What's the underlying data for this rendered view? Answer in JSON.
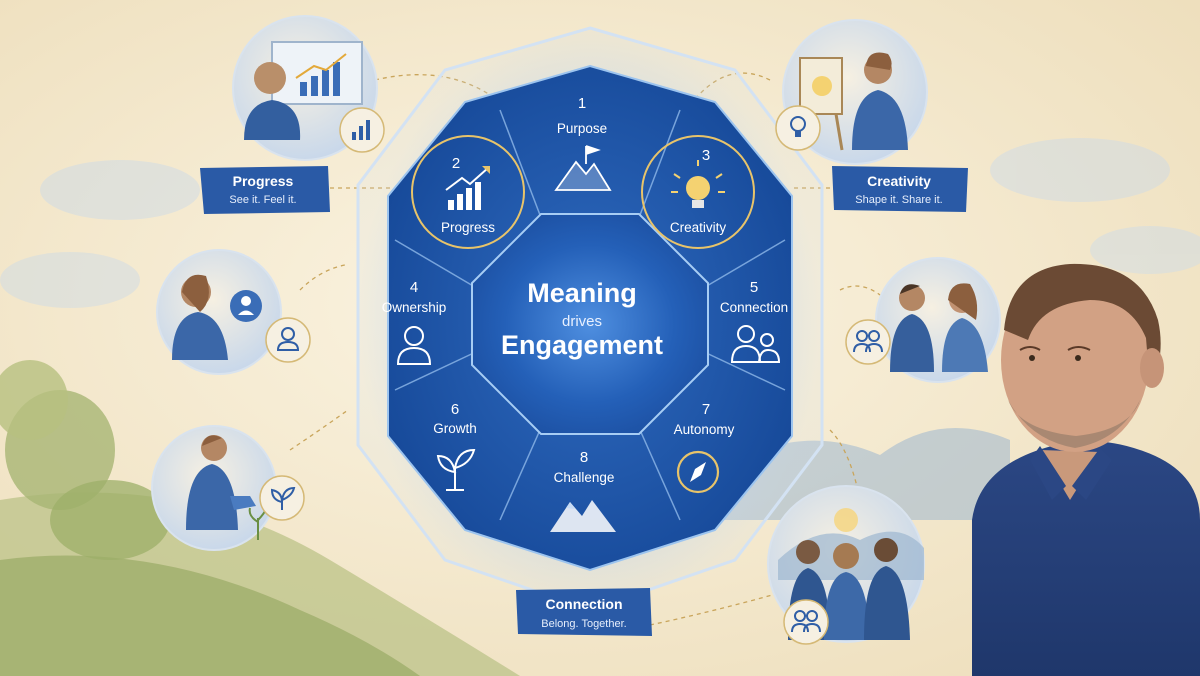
{
  "center": {
    "line1": "Meaning",
    "line2": "drives",
    "line3": "Engagement"
  },
  "segments": [
    {
      "number": "1",
      "label": "Purpose",
      "icon": "mountain-flag-icon"
    },
    {
      "number": "2",
      "label": "Progress",
      "icon": "growth-chart-icon"
    },
    {
      "number": "3",
      "label": "Creativity",
      "icon": "lightbulb-icon"
    },
    {
      "number": "4",
      "label": "Ownership",
      "icon": "person-icon"
    },
    {
      "number": "5",
      "label": "Connection",
      "icon": "people-icon"
    },
    {
      "number": "6",
      "label": "Growth",
      "icon": "sprout-icon"
    },
    {
      "number": "7",
      "label": "Autonomy",
      "icon": "compass-icon"
    },
    {
      "number": "8",
      "label": "Challenge",
      "icon": "mountains-icon"
    }
  ],
  "tags": [
    {
      "title": "Progress",
      "subtitle": "See it. Feel it."
    },
    {
      "title": "Creativity",
      "subtitle": "Shape it. Share it."
    },
    {
      "title": "Connection",
      "subtitle": "Belong. Together."
    }
  ],
  "colors": {
    "background": "#f4ead3",
    "primary_blue": "#1e4f9e",
    "accent_gold": "#e8c46a"
  }
}
